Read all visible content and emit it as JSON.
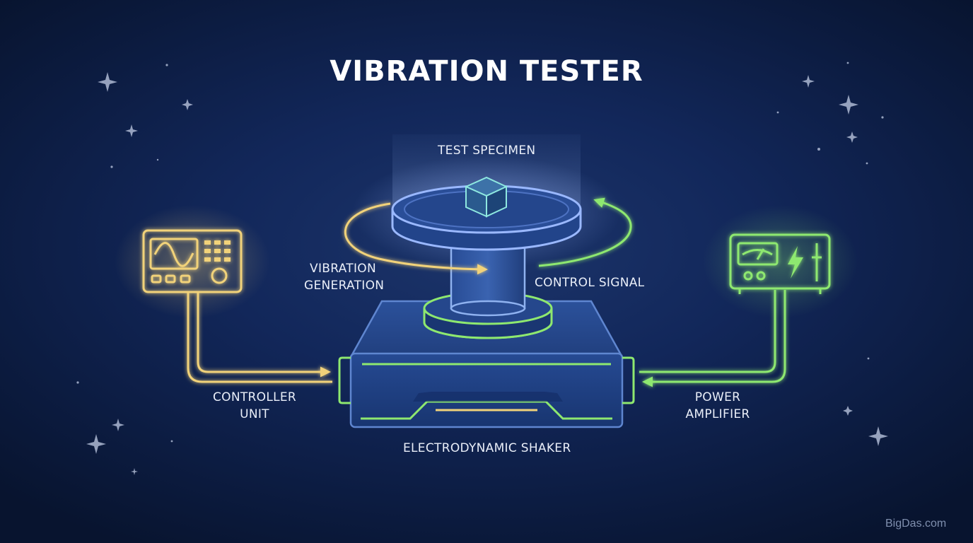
{
  "title": "VIBRATION TESTER",
  "labels": {
    "test_specimen": "TEST SPECIMEN",
    "vibration_generation": [
      "VIBRATION",
      "GENERATION"
    ],
    "control_signal": "CONTROL SIGNAL",
    "controller_unit": [
      "CONTROLLER",
      "UNIT"
    ],
    "power_amplifier": [
      "POWER",
      "AMPLIFIER"
    ],
    "electrodynamic_shaker": "ELECTRODYNAMIC SHAKER"
  },
  "watermark": "BigDas.com",
  "colors": {
    "background": "#0f2251",
    "accent_yellow": "#f1d27a",
    "accent_green": "#8ee86f",
    "shaker_blue": "#1f3d80",
    "outline_blue": "#5f86d0"
  }
}
